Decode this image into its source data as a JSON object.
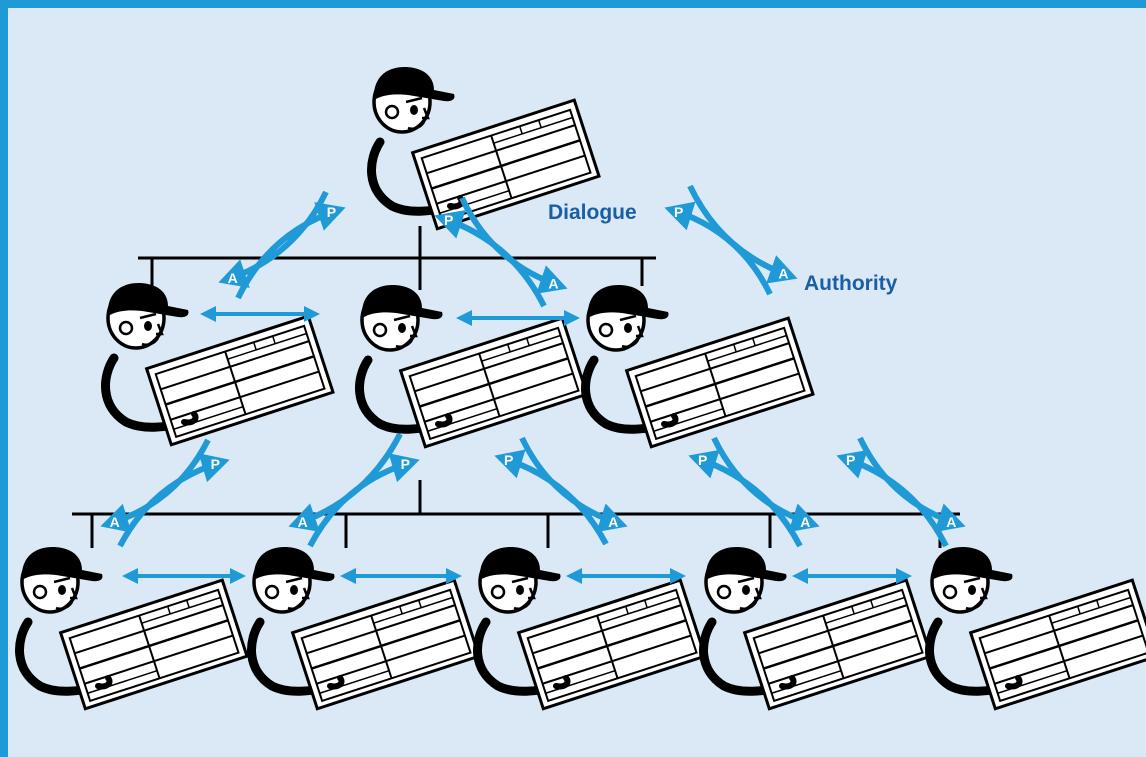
{
  "legend": {
    "dialogue_label": "Dialogue",
    "authority_label": "Authority",
    "p_marker": "P",
    "a_marker": "A"
  },
  "colors": {
    "frame": "#1f9ad6",
    "background": "#dbe9f6",
    "arrow": "#1f9ad6",
    "legend_text": "#1a5fa6",
    "lines": "#000000"
  },
  "figures": [
    {
      "id": "top-worker",
      "level": 0
    },
    {
      "id": "mid-worker-1",
      "level": 1
    },
    {
      "id": "mid-worker-2",
      "level": 1
    },
    {
      "id": "mid-worker-3",
      "level": 1
    },
    {
      "id": "bottom-worker-1",
      "level": 2
    },
    {
      "id": "bottom-worker-2",
      "level": 2
    },
    {
      "id": "bottom-worker-3",
      "level": 2
    },
    {
      "id": "bottom-worker-4",
      "level": 2
    },
    {
      "id": "bottom-worker-5",
      "level": 2
    }
  ]
}
